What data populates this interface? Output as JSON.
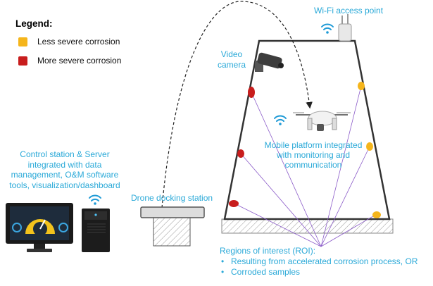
{
  "legend": {
    "title": "Legend:",
    "items": [
      {
        "label": "Less severe corrosion",
        "color": "#F5B51B"
      },
      {
        "label": "More severe corrosion",
        "color": "#C81D1D"
      }
    ]
  },
  "labels": {
    "wifi_ap": "Wi-Fi access point",
    "video_camera": [
      "Video",
      "camera"
    ],
    "mobile_platform": [
      "Mobile platform integrated",
      "with monitoring and",
      "communication"
    ],
    "control_station": [
      "Control station & Server",
      "integrated with data",
      "management, O&M software",
      "tools, visualization/dashboard"
    ],
    "docking_station": "Drone docking station",
    "roi_title": "Regions of interest (ROI):",
    "roi_items": [
      "Resulting from accelerated corrosion process, OR",
      "Corroded samples"
    ]
  },
  "colors": {
    "accent_text": "#2AA9D8",
    "ray": "#8A5AC8",
    "less_severe": "#F5B51B",
    "more_severe": "#C81D1D",
    "structure": "#333333"
  },
  "icons": [
    "wifi-icon",
    "access-point-icon",
    "security-camera-icon",
    "drone-icon",
    "monitor-dashboard-icon",
    "server-tower-icon"
  ]
}
